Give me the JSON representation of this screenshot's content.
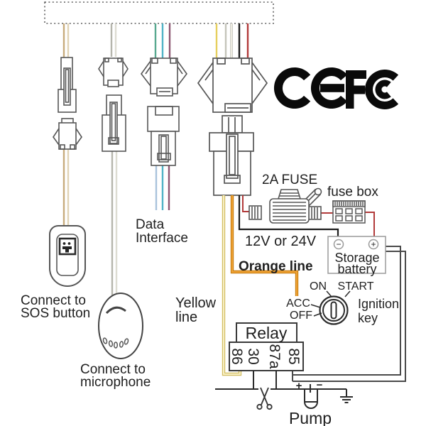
{
  "certification_marks": {
    "ce": "CE",
    "fcc": "FC"
  },
  "leads": {
    "sos": [
      "Connect to",
      "SOS button"
    ],
    "microphone": [
      "Connect to",
      "microphone"
    ],
    "data_interface": [
      "Data",
      "Interface"
    ]
  },
  "power": {
    "fuse": "2A FUSE",
    "fuse_box": "fuse box",
    "voltage": "12V or 24V",
    "battery_name": [
      "Storage",
      "battery"
    ],
    "battery_minus": "−",
    "battery_plus": "+"
  },
  "signal_wires": {
    "orange": "Orange line",
    "yellow": [
      "Yellow",
      "line"
    ]
  },
  "relay": {
    "title": "Relay",
    "pins": [
      "86",
      "30",
      "87a",
      "85"
    ]
  },
  "ignition": {
    "on": "ON",
    "start": "START",
    "acc": "ACC",
    "off": "OFF",
    "label": [
      "Ignition",
      "key"
    ]
  },
  "pump": {
    "label": "Pump",
    "plus": "+",
    "minus": "−"
  },
  "colors": {
    "orange": "#f0a335",
    "orange_edge": "#c97f12",
    "yellow": "#f7efc4",
    "yellow_edge": "#d2bd62",
    "red": "#b23a3a",
    "black_wire": "#1c1c1c",
    "wire_tan": "#c7ab7c",
    "wire_tan_light": "#e0d3b4",
    "wire_grey": "#b5b5ac",
    "wire_white": "#f2f0e6",
    "wire_green": "#57a88f",
    "wire_cyan": "#4fb3c6",
    "wire_plum": "#8d5672",
    "wire_blue": "#a9c3dc",
    "wire_yellow": "#e6cf5e",
    "line_dark": "#3a3a3a"
  }
}
